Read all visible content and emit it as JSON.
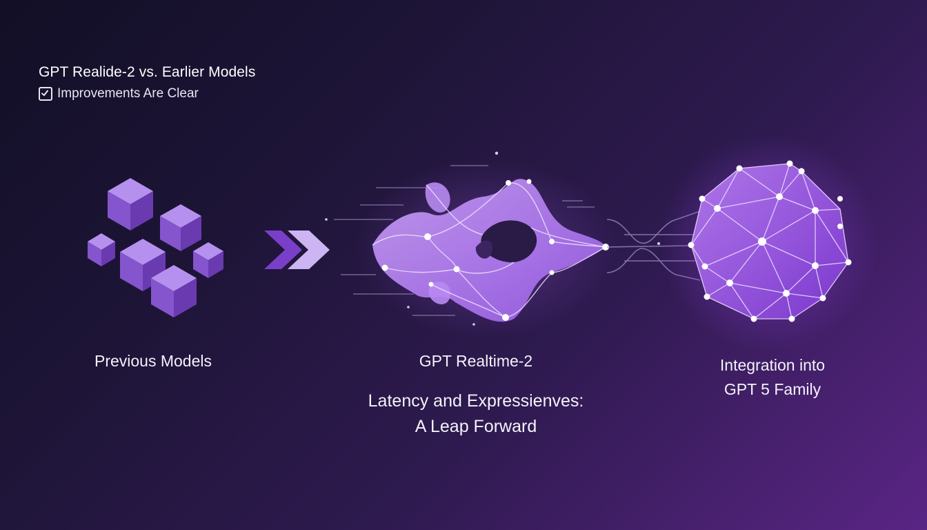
{
  "header": {
    "title": "GPT Realide-2 vs. Earlier Models",
    "subtitle": "Improvements Are Clear",
    "checkbox_icon": "check-square-icon"
  },
  "stages": [
    {
      "label": "Previous Models",
      "icon": "cubes-icon"
    },
    {
      "label": "GPT Realtime-2",
      "icon": "ribbon-network-icon"
    },
    {
      "label": "Integration into GPT 5 Family",
      "line1": "Integration into",
      "line2": "GPT 5 Family",
      "icon": "network-sphere-icon"
    }
  ],
  "tagline": {
    "line1": "Latency and Expressienves:",
    "line2": "A Leap Forward"
  },
  "colors": {
    "accent": "#9b5de5",
    "accent_light": "#c9a6f5",
    "background_dark": "#120f26",
    "background_light": "#5a2585"
  }
}
